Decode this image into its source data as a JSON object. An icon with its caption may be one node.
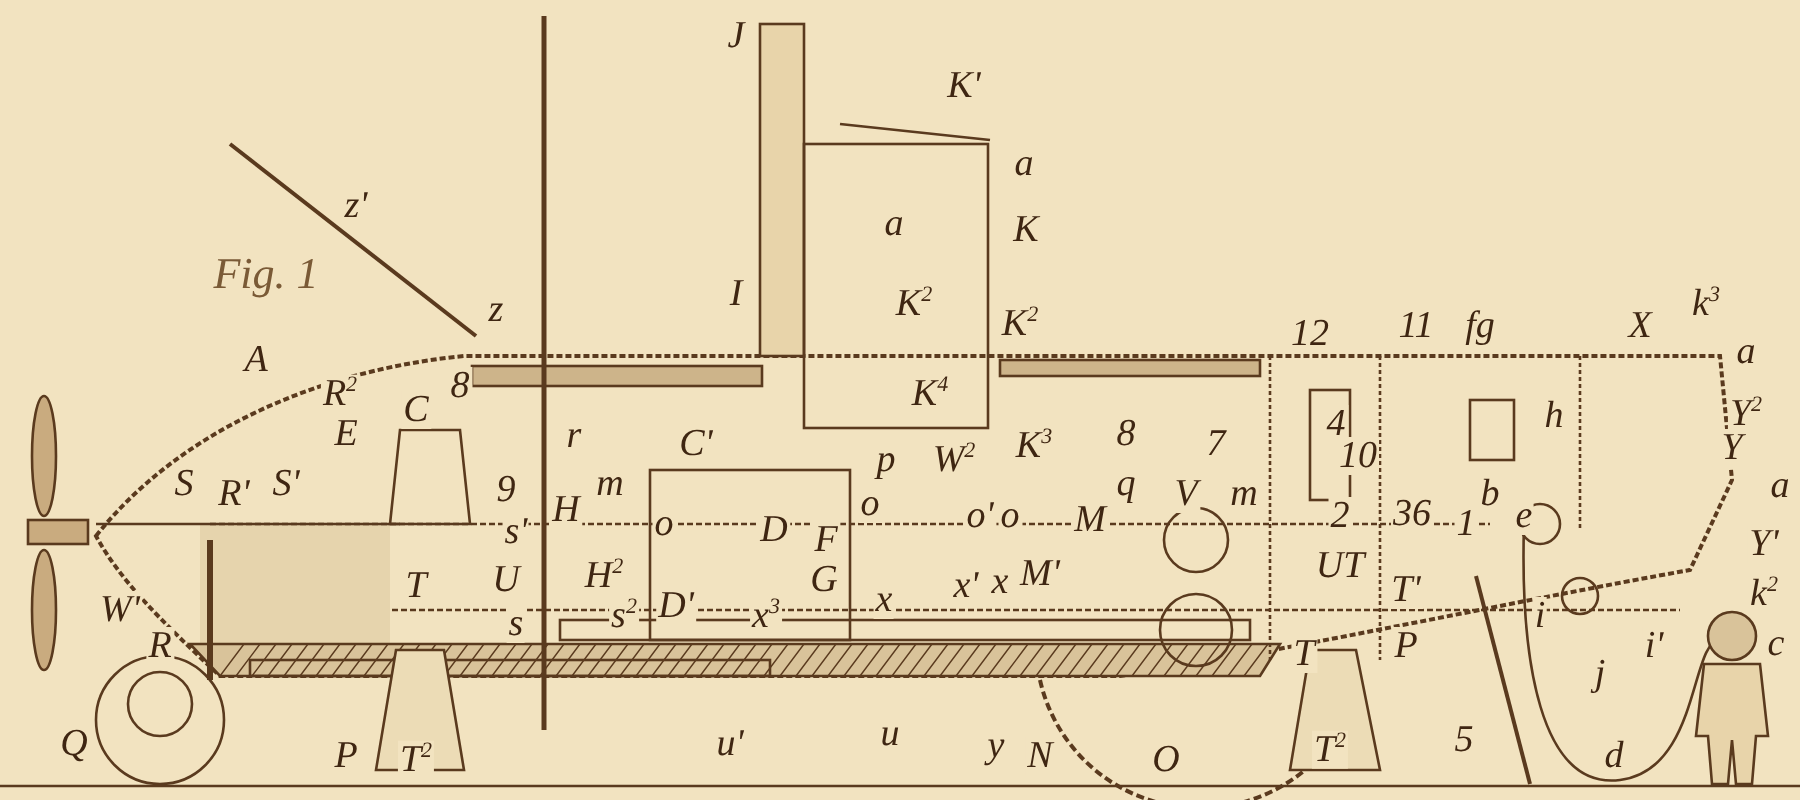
{
  "diagram": {
    "labels": [
      "J",
      "K'",
      "a",
      "z'",
      "a",
      "K",
      "Fig. 1",
      "z",
      "I",
      "K$^{2}$",
      "K$^{2}$",
      "12",
      "11",
      "fg",
      "X",
      "k$^{3}$",
      "A",
      "a",
      "R$^{2}$",
      "C",
      "8",
      "K$^{4}$",
      "4",
      "h",
      "Y$^{2}$",
      "E",
      "r",
      "C'",
      "p",
      "W$^{2}$",
      "K$^{3}$",
      "8",
      "7",
      "10",
      "Y",
      "S",
      "R'",
      "S'",
      "9",
      "m",
      "q",
      "V",
      "m",
      "b",
      "a",
      "s'",
      "H",
      "o",
      "D",
      "F",
      "o",
      "o'",
      "o",
      "M",
      "2",
      "36",
      "1",
      "e",
      "Y'",
      "T",
      "U",
      "H$^{2}$",
      "G",
      "x",
      "x'",
      "x",
      "M'",
      "UT",
      "T'",
      "k$^{2}$",
      "W'",
      "s",
      "s$^{2}$",
      "D'",
      "x$^{3}$",
      "i",
      "R",
      "T",
      "P",
      "j",
      "i'",
      "c",
      "Q",
      "P",
      "T$^{2}$",
      "u'",
      "u",
      "y",
      "N",
      "O",
      "T$^{2}$",
      "5",
      "d"
    ]
  }
}
